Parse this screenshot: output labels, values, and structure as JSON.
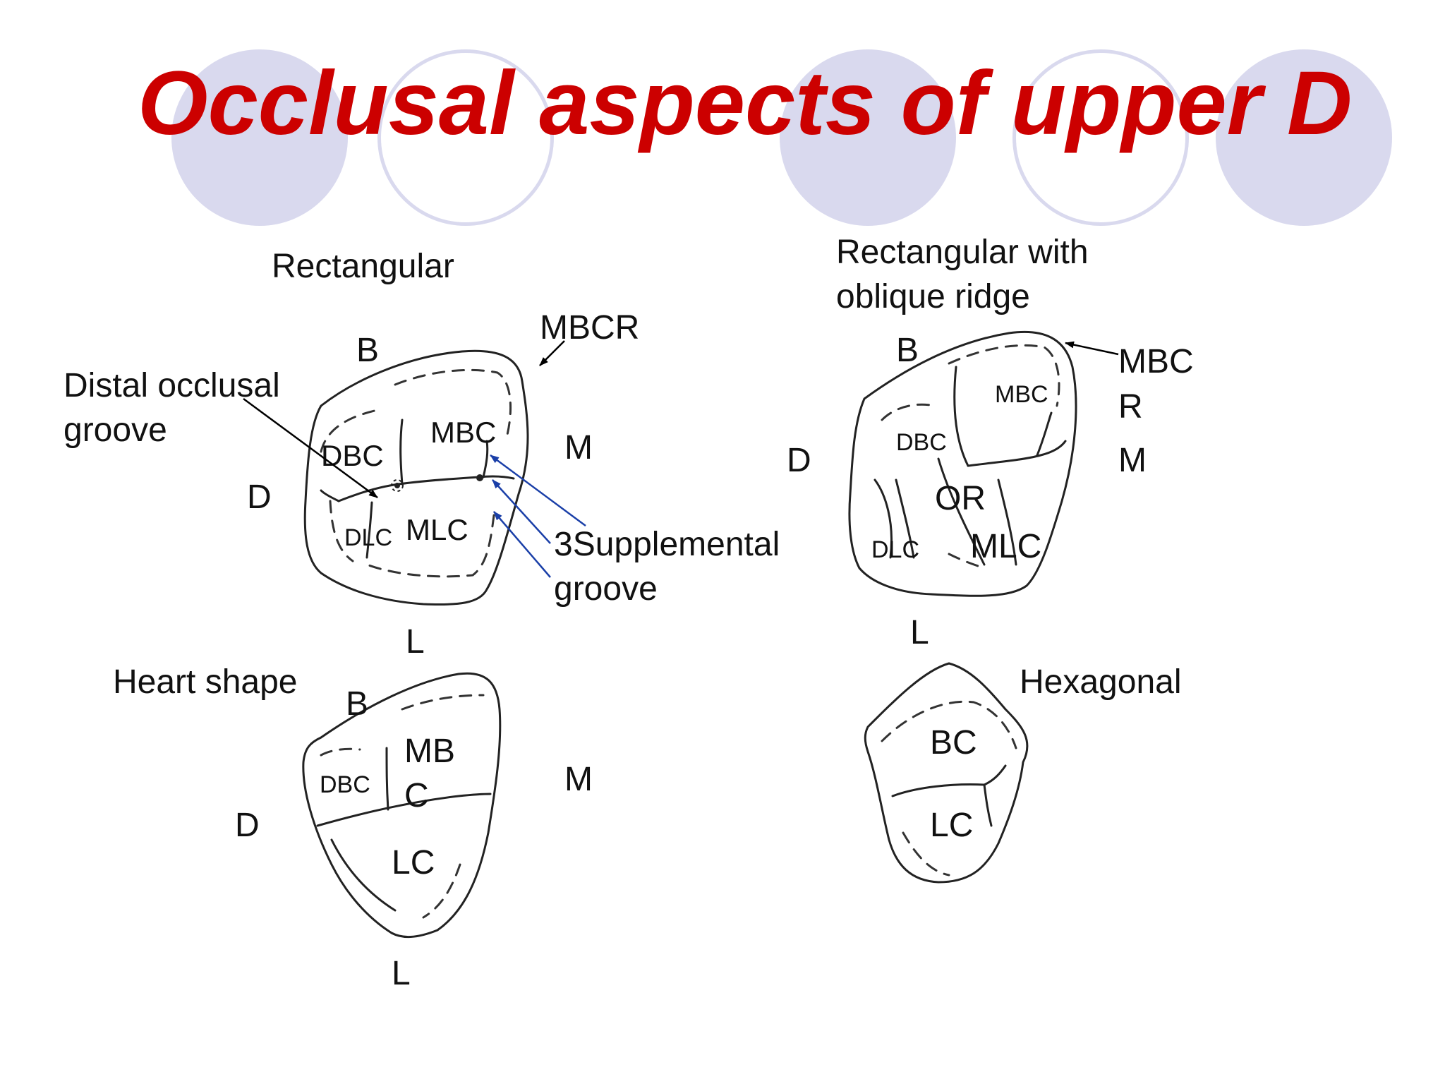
{
  "title": "Occlusal aspects of upper D",
  "colors": {
    "title": "#cc0000",
    "circles": "#d9d9ee",
    "annotation_arrows": "#1a3fa8"
  },
  "panels": {
    "top_left": {
      "shape_label": "Rectangular",
      "orientation": {
        "buccal": "B",
        "distal": "D",
        "mesial": "M",
        "lingual": "L"
      },
      "cusps": {
        "dbc": "DBC",
        "mbc": "MBC",
        "dlc": "DLC",
        "mlc": "MLC"
      },
      "callouts": {
        "mbcr": "MBCR",
        "distal_groove_line1": "Distal occlusal",
        "distal_groove_line2": "groove",
        "supplemental_line1": "3Supplemental",
        "supplemental_line2": "groove"
      }
    },
    "top_right": {
      "shape_label_line1": "Rectangular with",
      "shape_label_line2": "oblique ridge",
      "orientation": {
        "buccal": "B",
        "distal": "D",
        "mesial": "M",
        "lingual": "L"
      },
      "cusps": {
        "mbc": "MBC",
        "dbc": "DBC",
        "or": "OR",
        "dlc": "DLC",
        "mlc": "MLC"
      },
      "callouts": {
        "mbcr_line1": "MBC",
        "mbcr_line2": "R"
      }
    },
    "bottom_left": {
      "shape_label": "Heart shape",
      "orientation": {
        "buccal": "B",
        "distal": "D",
        "mesial": "M",
        "lingual": "L"
      },
      "cusps": {
        "dbc": "DBC",
        "mbc_line1": "MB",
        "mbc_line2": "C",
        "lc": "LC"
      }
    },
    "bottom_right": {
      "shape_label": "Hexagonal",
      "cusps": {
        "bc": "BC",
        "lc": "LC"
      }
    }
  }
}
